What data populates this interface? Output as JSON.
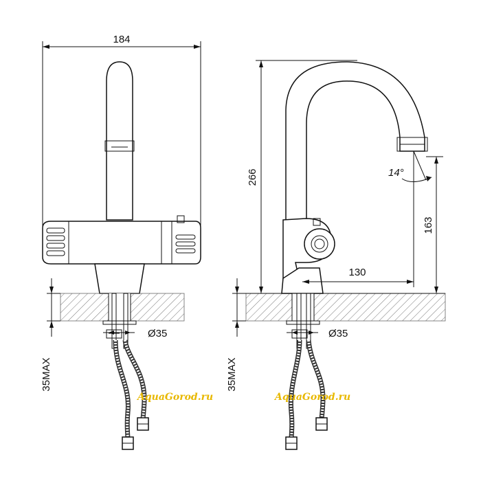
{
  "dimensions": {
    "width_total": "184",
    "height_total": "266",
    "spout_reach": "130",
    "spout_height": "163",
    "max_thickness_left": "35MAX",
    "max_thickness_right": "35MAX",
    "hole_diameter_left": "Ø35",
    "hole_diameter_right": "Ø35",
    "spout_angle": "14°"
  },
  "watermarks": {
    "left": "AquaGorod.ru",
    "right": "AquaGorod.ru"
  }
}
